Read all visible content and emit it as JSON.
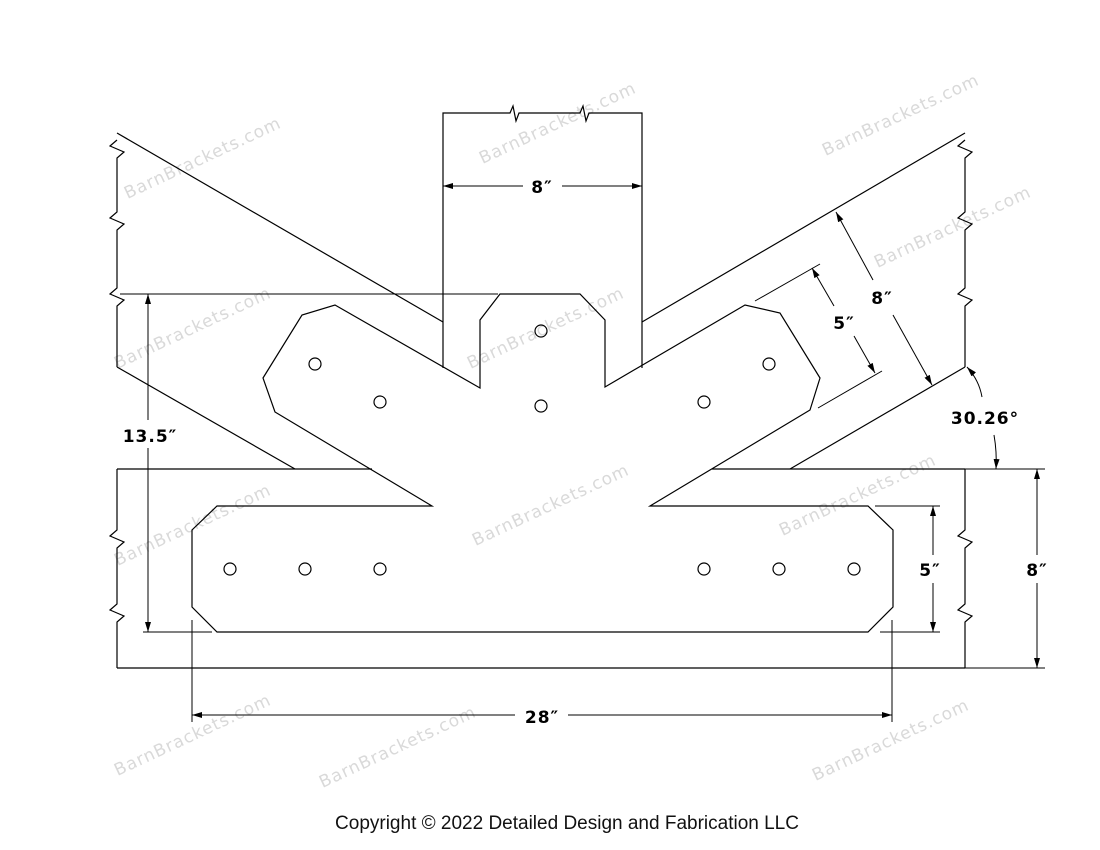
{
  "watermark": "BarnBrackets.com",
  "dimensions": {
    "post_width": "8″",
    "overall_height": "13.5″",
    "overall_length": "28″",
    "plate_height": "5″",
    "beam_height": "8″",
    "rafter_width": "8″",
    "arm_width": "5″",
    "rafter_angle": "30.26°"
  },
  "copyright": "Copyright © 2022 Detailed Design and Fabrication LLC"
}
